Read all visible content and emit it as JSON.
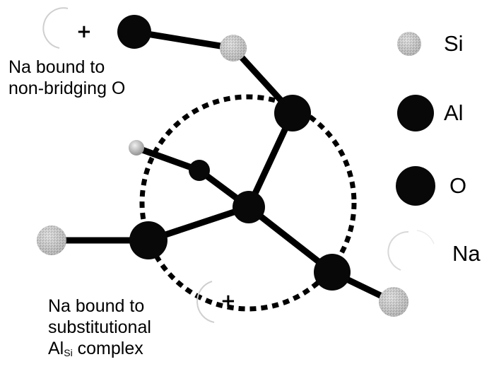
{
  "labels": {
    "top_caption_line1": "Na bound to",
    "top_caption_line2": "non-bridging O",
    "bottom_caption_line1": "Na bound to",
    "bottom_caption_line2": "substitutional",
    "bottom_caption_line3_main": "Al",
    "bottom_caption_line3_sub": "Si",
    "bottom_caption_line3_rest": " complex",
    "plus_top": "+",
    "plus_bottom": "+"
  },
  "legend": [
    {
      "key": "si",
      "label": "Si",
      "style": "speckled-gray"
    },
    {
      "key": "al",
      "label": "Al",
      "style": "solid-black"
    },
    {
      "key": "o",
      "label": "O",
      "style": "solid-black"
    },
    {
      "key": "na",
      "label": "Na",
      "style": "faint-outline"
    }
  ],
  "colors": {
    "bond": "#000000",
    "atom_dark": "#080808",
    "si_gray": "#b8b8b8",
    "na_outline": "#e0e0e0"
  }
}
